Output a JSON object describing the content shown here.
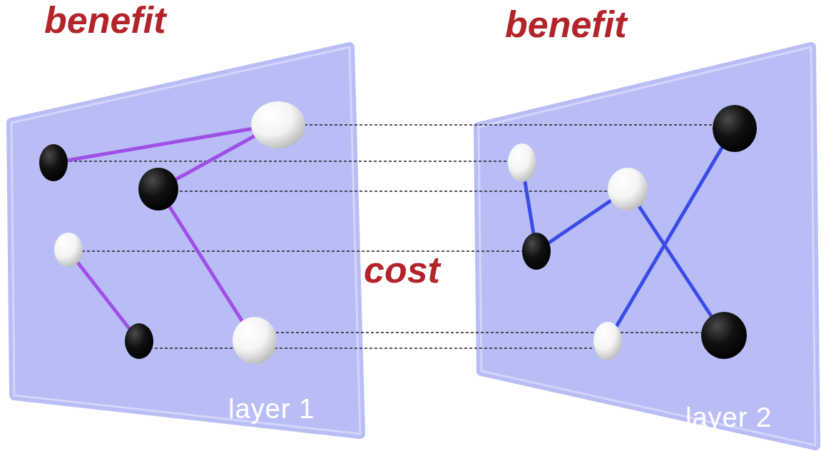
{
  "diagram": {
    "nodes": [
      {
        "text": [
          "layer 1"
        ]
      },
      {
        "text": [
          "layer 2"
        ]
      }
    ],
    "labels": [
      "benefit",
      "benefit",
      "cost"
    ]
  }
}
